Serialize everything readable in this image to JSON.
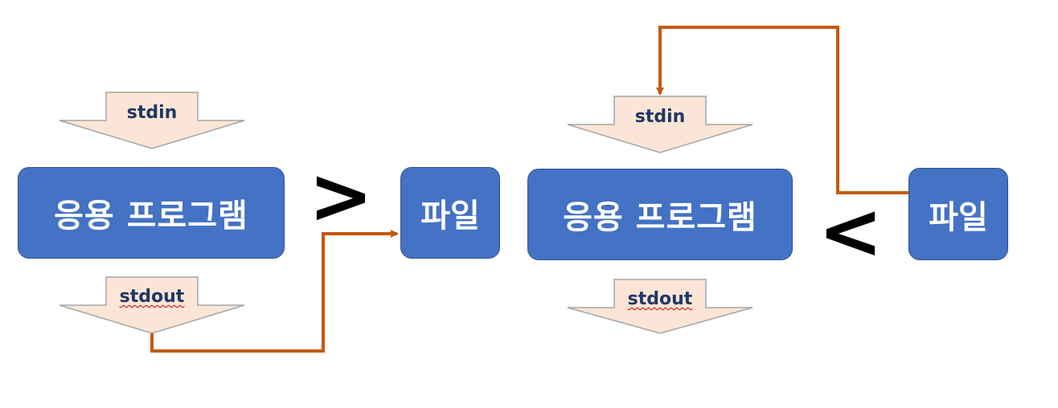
{
  "left": {
    "input_label": "stdin",
    "app_label": "응용 프로그램",
    "output_label": "stdout",
    "operator": ">",
    "file_label": "파일"
  },
  "right": {
    "input_label": "stdin",
    "app_label": "응용 프로그램",
    "output_label": "stdout",
    "operator": "<",
    "file_label": "파일"
  },
  "colors": {
    "box_fill": "#4472c4",
    "box_border": "#2f528f",
    "arrow_fill": "#fbe5d6",
    "arrow_stroke": "#a6a6a6",
    "connector": "#c55a11",
    "label_text": "#1f3864"
  }
}
